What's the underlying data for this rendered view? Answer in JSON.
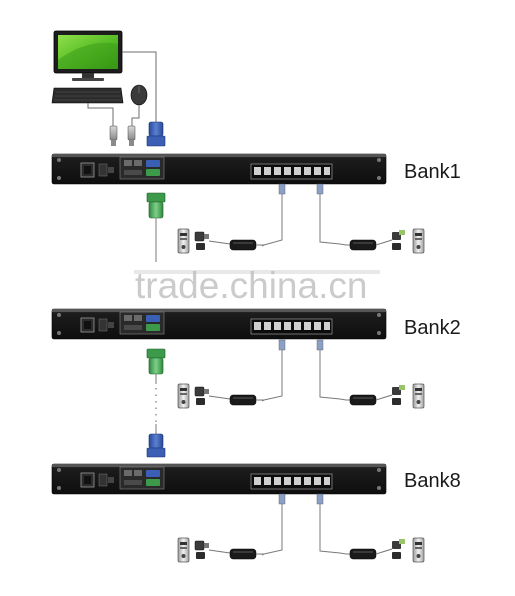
{
  "banks": [
    {
      "label": "Bank1"
    },
    {
      "label": "Bank2"
    },
    {
      "label": "Bank8"
    }
  ],
  "watermark": "trade.china.cn",
  "colors": {
    "chassis": "#161616",
    "chassis_edge": "#3a3a3a",
    "screen": "#5fc42a",
    "vga_blue": "#3b5fb4",
    "vga_green": "#4fae5a",
    "cable": "#6e6e6e",
    "cat5": "#8aa0c8"
  },
  "icons": {
    "monitor": "monitor-icon",
    "keyboard": "keyboard-icon",
    "mouse": "mouse-icon",
    "server": "server-icon",
    "adapter": "kvm-adapter-icon"
  }
}
